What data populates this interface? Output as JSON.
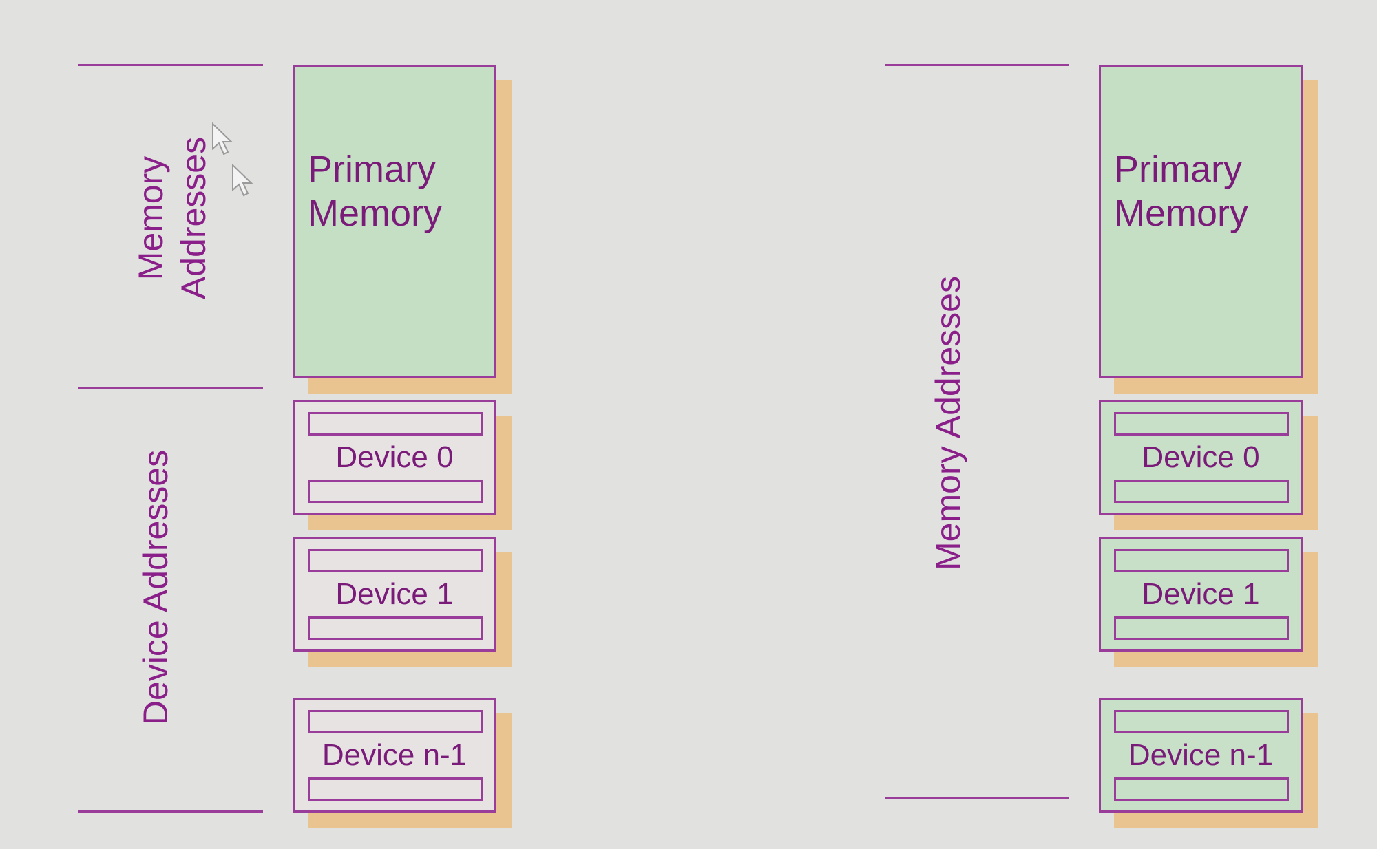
{
  "left_diagram": {
    "memory_axis_label_line1": "Memory",
    "memory_axis_label_line2": "Addresses",
    "device_axis_label": "Device Addresses",
    "primary_memory_label_line1": "Primary",
    "primary_memory_label_line2": "Memory",
    "devices": [
      {
        "label": "Device 0"
      },
      {
        "label": "Device 1"
      },
      {
        "label": "Device n-1"
      }
    ]
  },
  "right_diagram": {
    "memory_axis_label": "Memory Addresses",
    "primary_memory_label_line1": "Primary",
    "primary_memory_label_line2": "Memory",
    "devices": [
      {
        "label": "Device 0"
      },
      {
        "label": "Device 1"
      },
      {
        "label": "Device n-1"
      }
    ]
  },
  "colors": {
    "background": "#e1e1e0",
    "line_purple": "#9a3c9a",
    "text_purple": "#7a1b7a",
    "memory_green": "#c5dfc5",
    "shadow_orange": "#e9c491"
  },
  "icons": [
    "cursor-arrow-icon",
    "cursor-arrow-icon"
  ]
}
